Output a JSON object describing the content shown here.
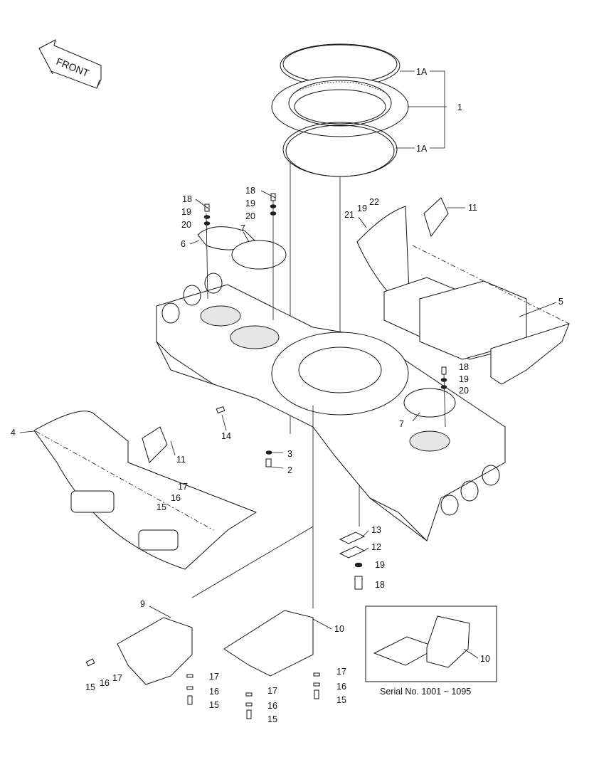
{
  "front_label": "FRONT",
  "serial_note": "Serial No. 1001 ~ 1095",
  "inset_label": "10",
  "callouts": {
    "c1A_top": "1A",
    "c1": "1",
    "c1A_bot": "1A",
    "c18a": "18",
    "c19a": "19",
    "c20a": "20",
    "c6": "6",
    "c18b": "18",
    "c19b": "19",
    "c20b": "20",
    "c7a": "7",
    "c21": "21",
    "c19c": "19",
    "c22": "22",
    "c11a": "11",
    "c5": "5",
    "c18c": "18",
    "c19d": "19",
    "c20c": "20",
    "c7b": "7",
    "c4": "4",
    "c14": "14",
    "c11b": "11",
    "c17a": "17",
    "c16a": "16",
    "c15a": "15",
    "c3": "3",
    "c2": "2",
    "c13": "13",
    "c12": "12",
    "c19e": "19",
    "c18d": "18",
    "c9": "9",
    "c15b": "15",
    "c16b": "16",
    "c17b": "17",
    "c17c": "17",
    "c16c": "16",
    "c15c": "15",
    "c17d": "17",
    "c16d": "16",
    "c15d": "15",
    "c10": "10",
    "c17e": "17",
    "c16e": "16",
    "c15e": "15"
  }
}
